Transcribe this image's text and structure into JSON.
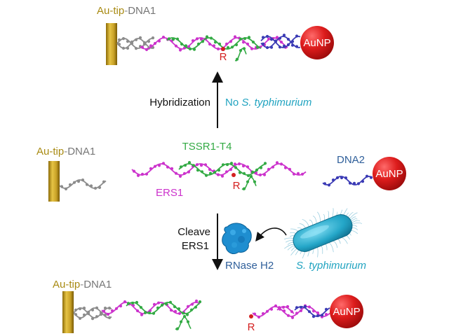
{
  "labels": {
    "top_tip": {
      "prefix": "Au-tip",
      "sep": "-",
      "suffix": "DNA1"
    },
    "mid_tip": {
      "prefix": "Au-tip",
      "sep": "-",
      "suffix": "DNA1"
    },
    "bot_tip": {
      "prefix": "Au-tip",
      "sep": "-",
      "suffix": "DNA1"
    },
    "auNP": "AuNP",
    "r": "R",
    "hybridization": "Hybridization",
    "no_prefix": "No ",
    "species": "S. typhimurium",
    "tssr": "TSSR1-T4",
    "ers1": "ERS1",
    "dna2": "DNA2",
    "cleave_line1": "Cleave",
    "cleave_line2": "ERS1",
    "rnase": "RNase H2"
  },
  "colors": {
    "gold": "#c9a227",
    "gray_dna": "#8c8c8c",
    "magenta": "#cc33cc",
    "green": "#33aa44",
    "blue": "#3b3bb5",
    "red": "#d42020",
    "aunp": "#dd1c1c",
    "cyan": "#20a3c0",
    "tip_label": "#a88a12",
    "navy_label": "#2f5f9a"
  },
  "icons": [
    "au-tip-icon",
    "gold-nanoparticle-icon",
    "rnase-h2-protein-icon",
    "bacterium-icon",
    "down-arrow-icon",
    "up-arrow-icon",
    "curved-arrow-icon"
  ]
}
